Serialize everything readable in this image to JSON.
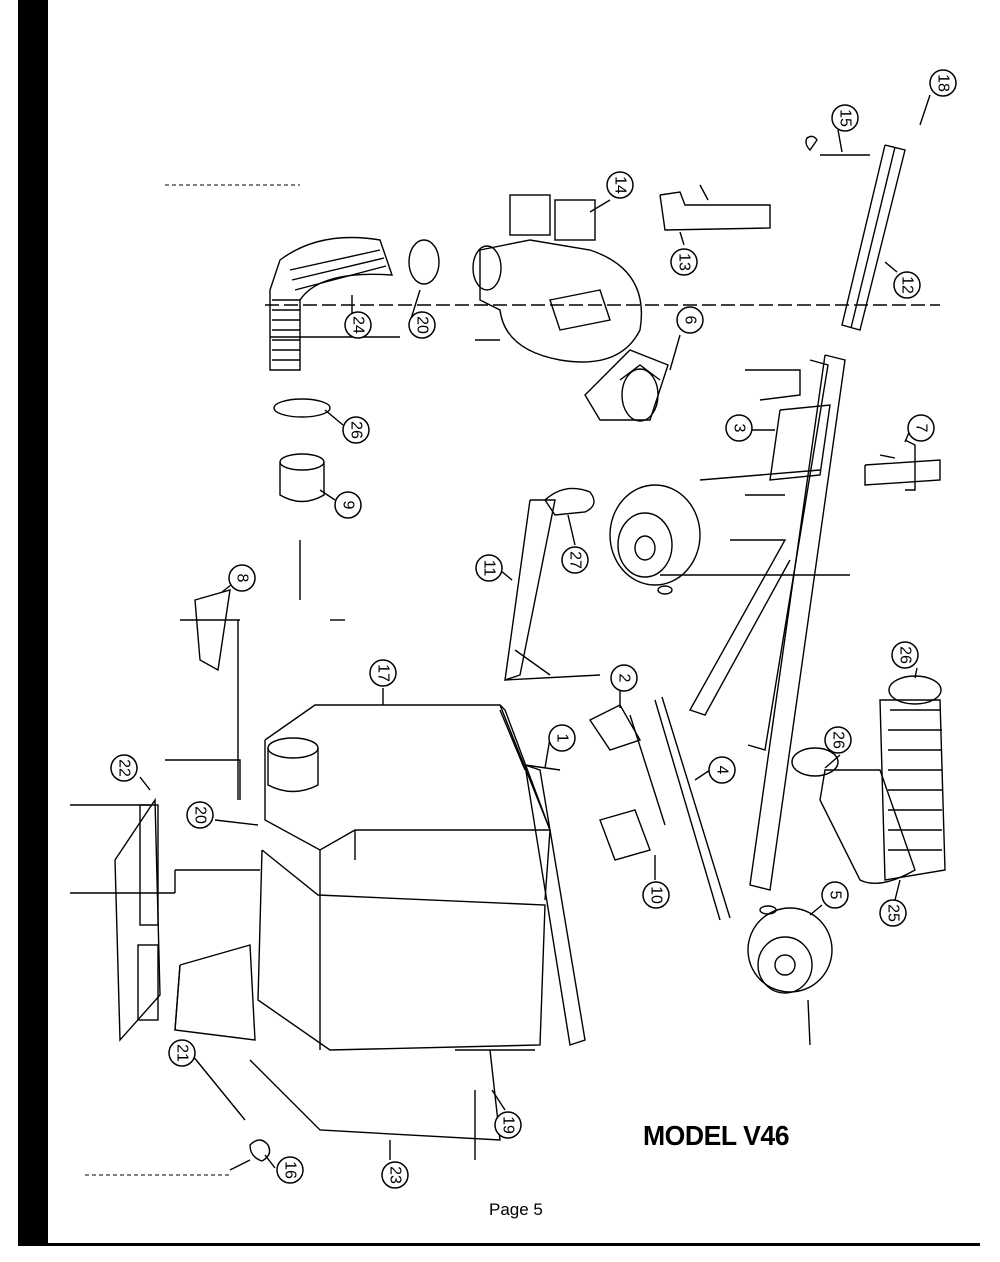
{
  "document": {
    "model_title": "MODEL V46",
    "page_label": "Page 5"
  },
  "callouts": [
    {
      "n": "18"
    },
    {
      "n": "15"
    },
    {
      "n": "14"
    },
    {
      "n": "13"
    },
    {
      "n": "12"
    },
    {
      "n": "24"
    },
    {
      "n": "20"
    },
    {
      "n": "6"
    },
    {
      "n": "26"
    },
    {
      "n": "3"
    },
    {
      "n": "7"
    },
    {
      "n": "9"
    },
    {
      "n": "27"
    },
    {
      "n": "11"
    },
    {
      "n": "8"
    },
    {
      "n": "17"
    },
    {
      "n": "2"
    },
    {
      "n": "1"
    },
    {
      "n": "22"
    },
    {
      "n": "20"
    },
    {
      "n": "4"
    },
    {
      "n": "26"
    },
    {
      "n": "26"
    },
    {
      "n": "10"
    },
    {
      "n": "5"
    },
    {
      "n": "25"
    },
    {
      "n": "21"
    },
    {
      "n": "19"
    },
    {
      "n": "16"
    },
    {
      "n": "23"
    }
  ]
}
